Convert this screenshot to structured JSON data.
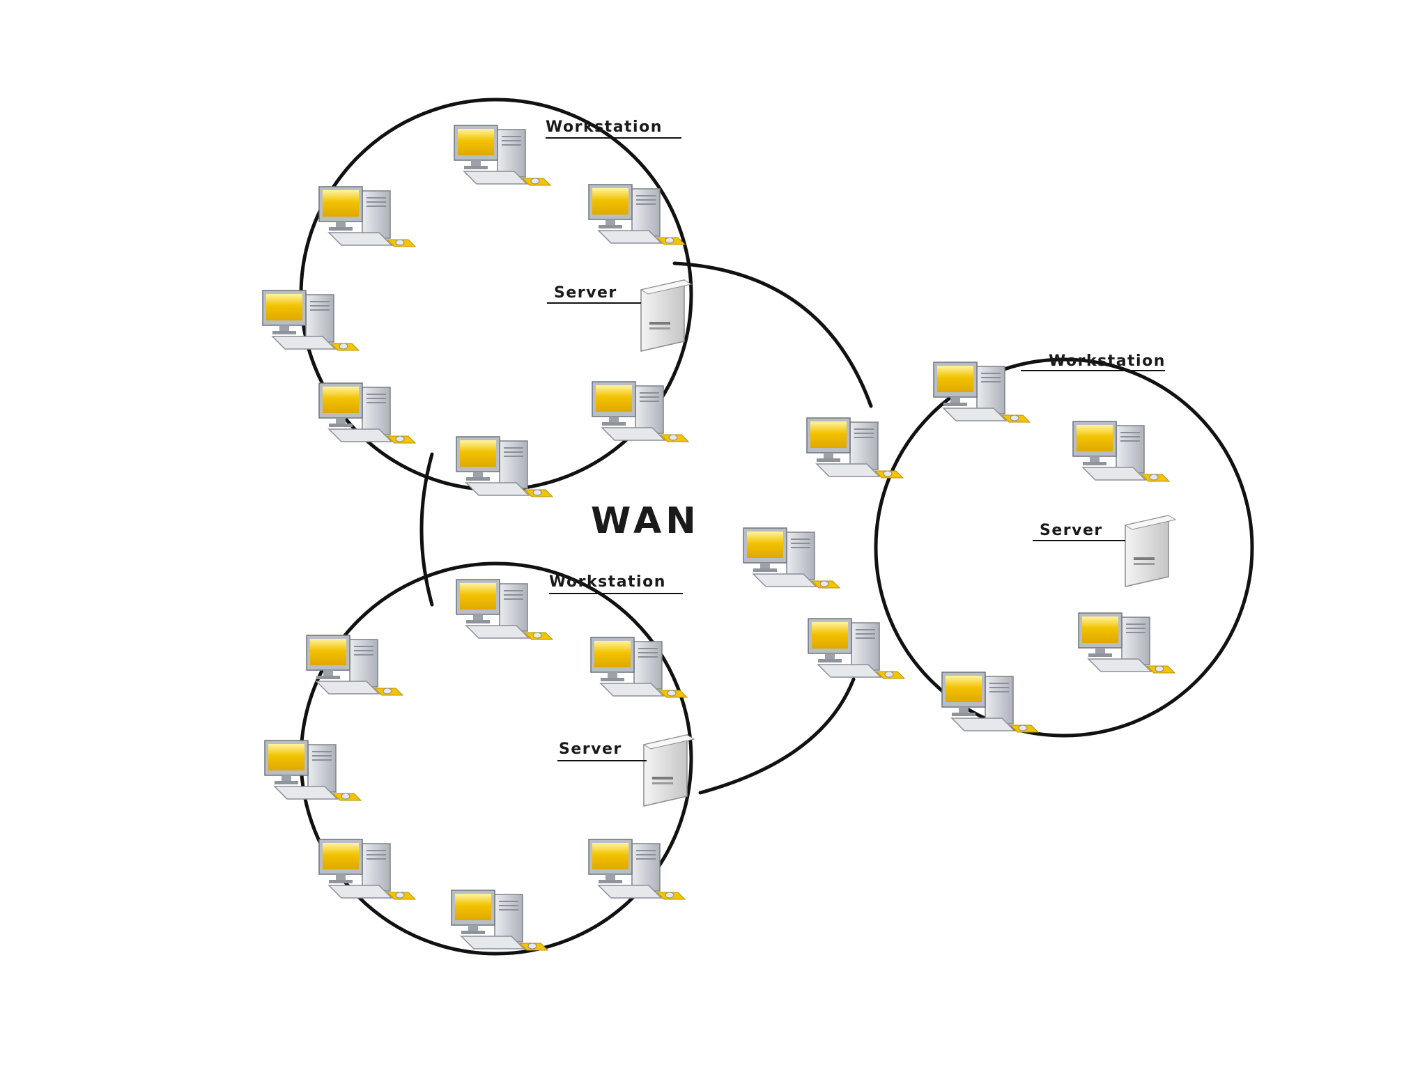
{
  "diagram": {
    "center_label": "WAN",
    "workstation_label": "Workstation",
    "server_label": "Server",
    "colors": {
      "ring": "#111111",
      "screen": "#f2c200",
      "screen_highlight": "#fff3a0",
      "case": "#cfd2d8",
      "keyboard": "#e6e8ec",
      "mousepad": "#f3c400"
    },
    "icons": [
      "workstation-icon",
      "server-icon"
    ],
    "rings": [
      {
        "name": "ring-top-left",
        "has_workstation_label": true,
        "has_server_label": true
      },
      {
        "name": "ring-bottom-left",
        "has_workstation_label": true,
        "has_server_label": true
      },
      {
        "name": "ring-right",
        "has_workstation_label": true,
        "has_server_label": true
      }
    ]
  }
}
